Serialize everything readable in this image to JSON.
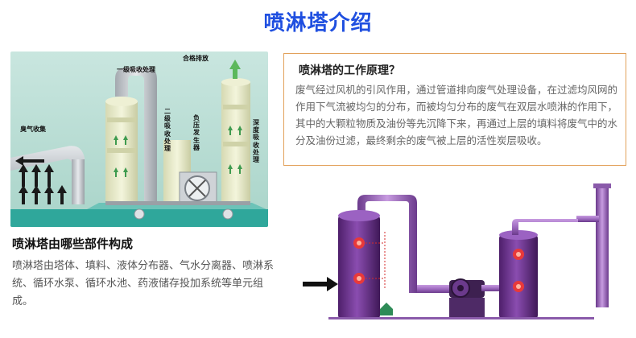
{
  "page": {
    "title": "喷淋塔介绍"
  },
  "illustration": {
    "labels": {
      "odor_collection": "臭气收集",
      "stage1": "一级吸收处理",
      "qualified_emission": "合格排放",
      "stage2": "二级吸收处理",
      "negative_pressure": "负压发生器",
      "deep_absorption": "深度吸收处理"
    },
    "colors": {
      "background": "#b8ddd4",
      "floor": "#2fa79b",
      "tower": "#e8ebc8",
      "duct": "#bfc3c8",
      "arrow": "#1a1a1a"
    }
  },
  "composition": {
    "title": "喷淋塔由哪些部件构成",
    "body": "喷淋塔由塔体、填料、液体分布器、气水分离器、喷淋系统、循环水泵、循环水池、药液储存投加系统等单元组成。"
  },
  "principle": {
    "title": "喷淋塔的工作原理？",
    "body": "废气经过风机的引风作用，通过管道排向废气处理设备，在过滤均风网的作用下气流被均匀的分布，而被均匀分布的废气在双层水喷淋的作用下，其中的大颗粒物质及油份等先沉降下来，再通过上层的填料将废气中的水分及油份过滤，最终剩余的废气被上层的活性炭层吸收。",
    "border_color": "#e2a15b"
  },
  "schematic": {
    "colors": {
      "tower": "#6b2f8a",
      "pipe": "#9f6cc0",
      "port": "#e8393a",
      "inlet_arrow": "#111111",
      "pump": "#2e8b57"
    }
  }
}
